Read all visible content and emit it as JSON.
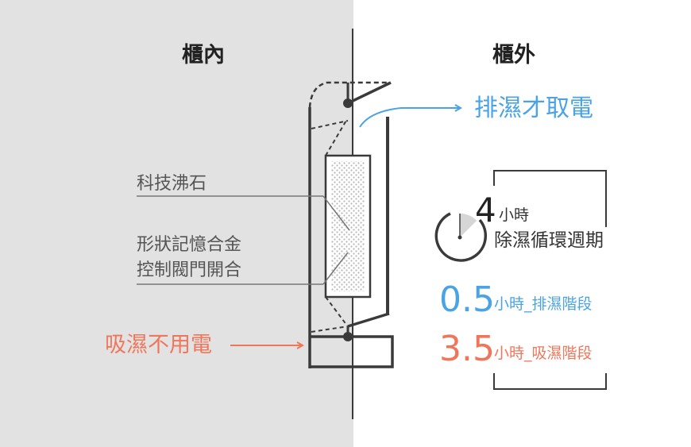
{
  "headers": {
    "inside": "櫃內",
    "outside": "櫃外"
  },
  "callouts": {
    "zeolite": "科技沸石",
    "valve_line1": "形狀記憶合金",
    "valve_line2": "控制閥門開合",
    "absorb_no_power": "吸濕不用電",
    "exhaust_needs_power": "排濕才取電"
  },
  "cycle": {
    "hours_number": "4",
    "hours_unit": "小時",
    "cycle_label": "除濕循環週期",
    "exhaust_number": "0.5",
    "exhaust_label": "小時_排濕階段",
    "absorb_number": "3.5",
    "absorb_label": "小時_吸濕階段",
    "exhaust_fraction": 0.125
  },
  "colors": {
    "inside_bg": "#e2e2e2",
    "stroke": "#3a3a3a",
    "exhaust_blue": "#4aa3e4",
    "absorb_orange": "#f0765a",
    "label_gray": "#555555",
    "timer_fill": "#d6d6d6"
  }
}
